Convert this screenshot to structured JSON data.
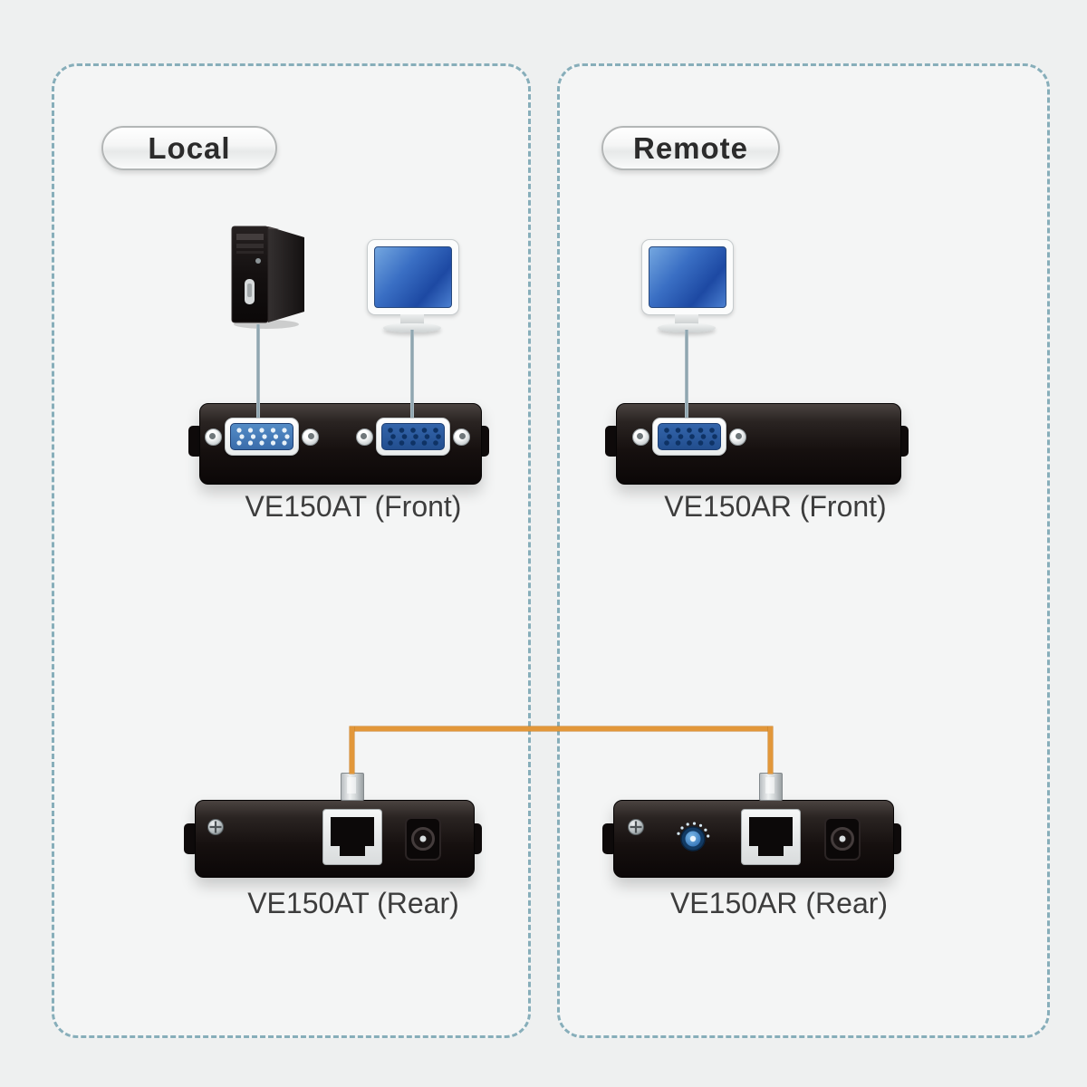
{
  "zones": {
    "local": {
      "label": "Local",
      "front_panel_label": "VE150AT (Front)",
      "rear_panel_label": "VE150AT (Rear)"
    },
    "remote": {
      "label": "Remote",
      "front_panel_label": "VE150AR (Front)",
      "rear_panel_label": "VE150AR (Rear)"
    }
  },
  "icons": {
    "pc_tower": "pc-tower-icon",
    "monitor": "monitor-icon",
    "vga_port": "vga-port-icon",
    "rj45_port": "rj45-port-icon",
    "rj45_plug": "rj45-plug-icon",
    "dc_power_jack": "dc-power-jack-icon",
    "grounding_screw": "grounding-screw-icon",
    "gain_knob": "gain-knob-icon"
  },
  "colors": {
    "background": "#eef0f0",
    "zone_dashed_border": "#87aeba",
    "cat5_cable_orange": "#e2973a",
    "vga_line_gray_blue": "#8da4ae",
    "panel_black": "#16100f",
    "vga_face_blue": "#3a6cab",
    "gain_knob_blue": "#4a90c8",
    "label_text": "#3d3d3d"
  }
}
